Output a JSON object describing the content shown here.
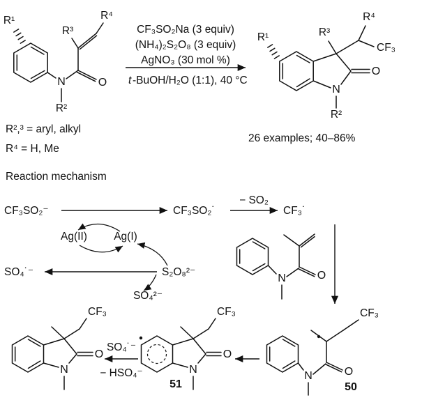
{
  "scheme": {
    "cond1": "CF₃SO₂Na (3 equiv)",
    "cond2": "(NH₄)₂S₂O₈ (3 equiv)",
    "cond3": "AgNO₃ (30 mol %)",
    "solvent_prefix": "t",
    "solvent_rest": "-BuOH/H₂O (1:1), 40 °C",
    "r1": "R¹",
    "r2": "R²",
    "r3": "R³",
    "r4": "R⁴",
    "r23_def": "R²,³ = aryl, alkyl",
    "r4_def": "R⁴ = H, Me",
    "scope": "26 examples; 40–86%"
  },
  "mech": {
    "title": "Reaction mechanism",
    "triflinate": "CF₃SO₂⁻",
    "sulfonyl_radical": "CF₃SO₂˙",
    "minus_so2": "− SO₂",
    "cf3_radical": "CF₃˙",
    "ag2": "Ag(II)",
    "ag1": "Ag(I)",
    "sulfate_radical": "SO₄˙⁻",
    "persulfate": "S₂O₈²⁻",
    "sulfate": "SO₄²⁻",
    "minus_hso4": "− HSO₄⁻",
    "label50": "50",
    "label51": "51"
  },
  "atoms": {
    "N": "N",
    "O": "O",
    "CF3": "CF₃"
  }
}
